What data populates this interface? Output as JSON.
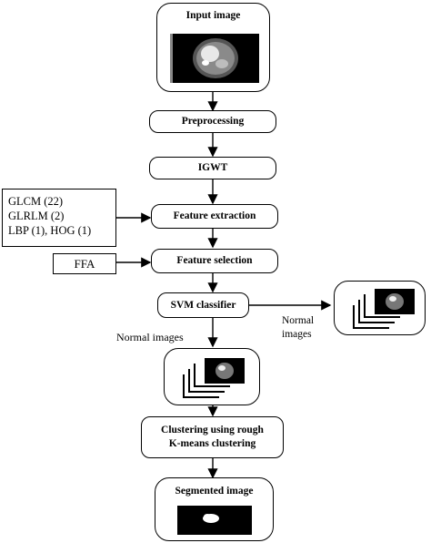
{
  "nodes": {
    "input_image": "Input image",
    "preprocessing": "Preprocessing",
    "igwt": "IGWT",
    "feature_extraction": "Feature extraction",
    "feature_selection": "Feature selection",
    "svm_classifier": "SVM classifier",
    "clustering_line1": "Clustering using rough",
    "clustering_line2": "K-means clustering",
    "segmented_image": "Segmented image"
  },
  "features": {
    "line1": "GLCM (22)",
    "line2": "GLRLM (2)",
    "line3": "LBP (1), HOG (1)"
  },
  "ffa": "FFA",
  "edge_labels": {
    "normal_images_left": "Normal images",
    "normal_images_right_line1": "Normal",
    "normal_images_right_line2": "images"
  }
}
